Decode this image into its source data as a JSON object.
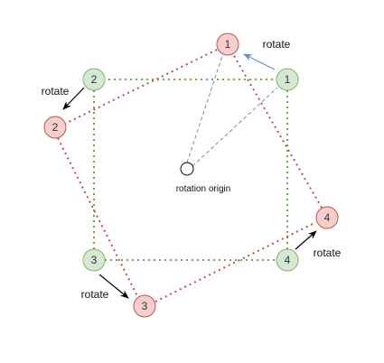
{
  "diagram": {
    "origin_label": "rotation origin",
    "rotate_label_1": "rotate",
    "rotate_label_2": "rotate",
    "rotate_label_3": "rotate",
    "rotate_label_4": "rotate",
    "green_nodes": [
      {
        "label": "1"
      },
      {
        "label": "2"
      },
      {
        "label": "3"
      },
      {
        "label": "4"
      }
    ],
    "red_nodes": [
      {
        "label": "1"
      },
      {
        "label": "2"
      },
      {
        "label": "3"
      },
      {
        "label": "4"
      }
    ]
  },
  "colors": {
    "green_fill": "#d5e8d4",
    "green_stroke": "#82b366",
    "green_dots": "#6aa84f",
    "red_fill": "#f8cecc",
    "red_stroke": "#b85450",
    "red_dots": "#c0504d",
    "blue_dash": "#6c8ebf",
    "blue_arrow": "#6c8ebf",
    "arrow_black": "#000000"
  }
}
